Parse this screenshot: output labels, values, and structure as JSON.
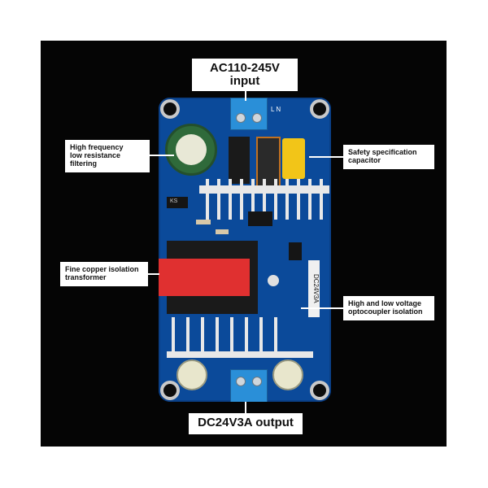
{
  "labels": {
    "input": "AC110-245V\ninput",
    "filter": "High frequency\nlow resistance\nfiltering",
    "safety_cap": "Safety specification\ncapacitor",
    "transformer": "Fine copper isolation\ntransformer",
    "optocoupler": "High and low voltage\noptocoupler isolation",
    "output": "DC24V3A output"
  },
  "board_markings": {
    "terminal_top": "L N",
    "chip_mark": "KS",
    "side_text": "DC24V3A"
  },
  "colors": {
    "background": "#050505",
    "pcb": "#0b4a9a",
    "transformer": "#e03030",
    "safety_cap": "#f2c518",
    "terminal": "#2a8fd8",
    "label_bg": "#ffffff"
  }
}
